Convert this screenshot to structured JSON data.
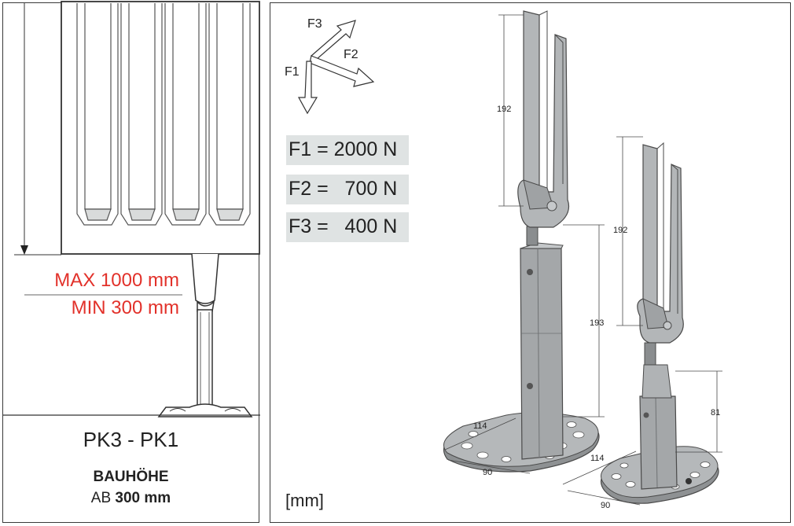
{
  "left": {
    "max_label": "MAX 1000 mm",
    "min_label": "MIN 300 mm",
    "model": "PK3 - PK1",
    "bauhoehe_title": "BAUHÖHE",
    "bauhoehe_prefix": "AB",
    "bauhoehe_value": "300 mm"
  },
  "forces": {
    "f3_label": "F3",
    "f2_label": "F2",
    "f1_label": "F1",
    "rows": [
      {
        "text": "F1 = 2000 N"
      },
      {
        "text": "F2 =   700 N"
      },
      {
        "text": "F3 =   400 N"
      }
    ]
  },
  "units_label": "[mm]",
  "dimensions": {
    "tall_top": "192",
    "tall_mid": "193",
    "tall_depth": "114",
    "tall_width": "90",
    "short_top": "192",
    "short_mid": "81",
    "short_depth": "114",
    "short_width": "90"
  },
  "colors": {
    "red_text": "#e2312a",
    "force_box_bg": "#dfe3e3",
    "metal": "#9a9d9f"
  }
}
